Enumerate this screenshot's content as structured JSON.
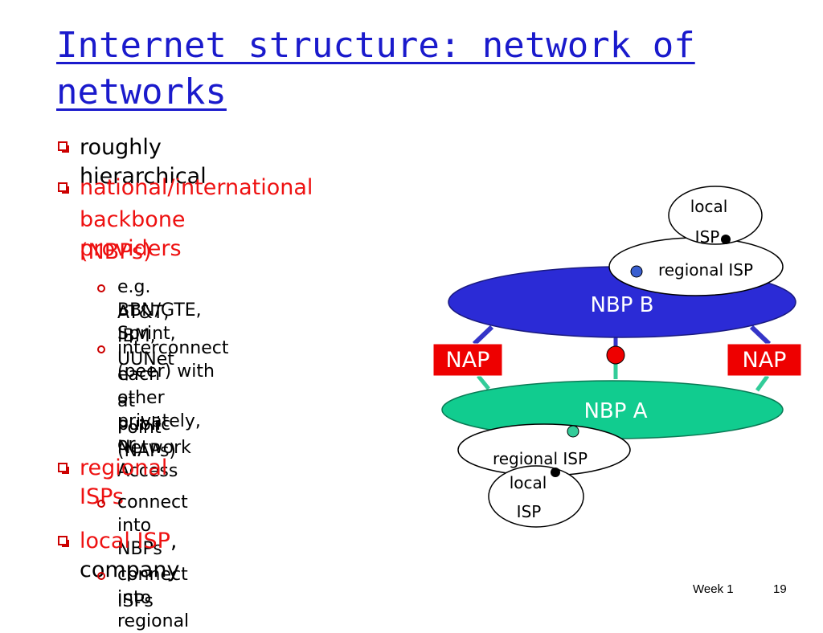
{
  "slide": {
    "title_line1": "Internet structure: network of",
    "title_line2": "networks",
    "bullets": {
      "hierarchical": "roughly hierarchical",
      "nbp_line1": "national/international",
      "nbp_line2": "backbone providers",
      "nbp_line3": "(NBPs)",
      "nbp_sub1_line1": "e.g. BBN/GTE, Sprint,",
      "nbp_sub1_line2": "AT&T, IBM, UUNet",
      "nbp_sub2_line1": "interconnect (peer) with",
      "nbp_sub2_line2": "each other privately, or",
      "nbp_sub2_line3": "at public Network Access",
      "nbp_sub2_line4": "Point (NAPs)",
      "regional": "regional ISPs",
      "regional_sub": "connect into NBPs",
      "local_red": "local ISP",
      "local_rest": ", company",
      "local_sub_line1": "connect into regional",
      "local_sub_line2": "ISPs"
    },
    "diagram": {
      "nbp_b": "NBP B",
      "nbp_a": "NBP A",
      "nap_left": "NAP",
      "nap_right": "NAP",
      "regional_isp_top": "regional ISP",
      "regional_isp_bottom": "regional ISP",
      "local_top_line1": "local",
      "local_top_line2": "ISP",
      "local_bottom_line1": "local",
      "local_bottom_line2": "ISP"
    },
    "footer": {
      "week": "Week 1",
      "page": "19"
    },
    "colors": {
      "title": "#1a1acc",
      "accent_red": "#ee1111",
      "nbp_b_fill": "#2b2bd6",
      "nbp_a_fill": "#11cc8f",
      "nap_fill": "#ee0000",
      "blue_link": "#3535c8",
      "green_link": "#33cc99"
    }
  }
}
